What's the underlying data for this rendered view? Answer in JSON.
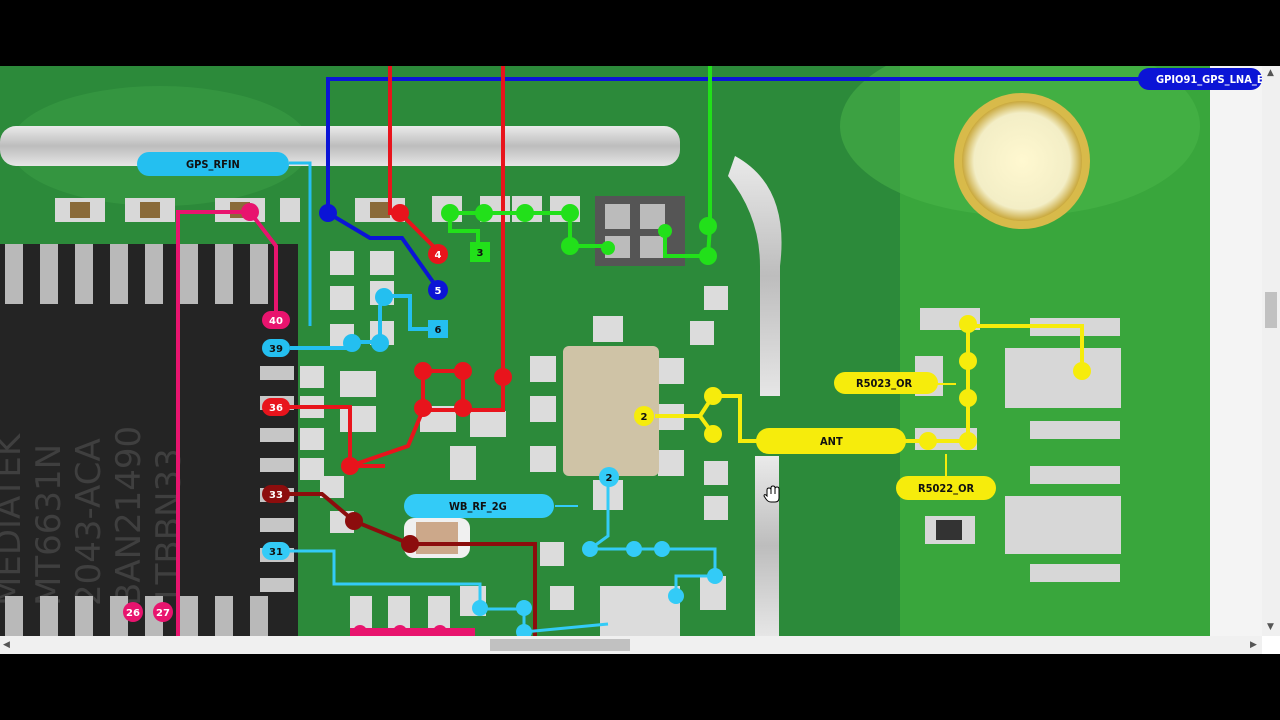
{
  "net_labels": {
    "gpio91": "GPIO91_GPS_LNA_E",
    "gps_rfin": "GPS_RFIN",
    "wb_rf_2g": "WB_RF_2G",
    "r5023": "R5023_OR",
    "ant": "ANT",
    "r5022": "R5022_OR"
  },
  "pins": {
    "p4": "4",
    "p3": "3",
    "p5": "5",
    "p6": "6",
    "p40": "40",
    "p39": "39",
    "p36": "36",
    "p33": "33",
    "p31": "31",
    "p26": "26",
    "p27": "27",
    "p2_yellow": "2",
    "p2_cyan": "2"
  },
  "chip_text": [
    "MEDIATEK",
    "MT6631N",
    "2043-ACA",
    "BAN21490",
    "1TBBN33"
  ],
  "colors": {
    "board": "#2c8a3a",
    "blue": "#0b14d6",
    "red": "#e8141c",
    "green": "#22e01a",
    "cyan": "#24bff0",
    "magenta": "#e8146e",
    "darkred": "#8c0d0d",
    "yellow": "#f6ec0c",
    "skyblue": "#33cbf7"
  },
  "icons": {
    "cursor": "hand-cursor-icon"
  }
}
